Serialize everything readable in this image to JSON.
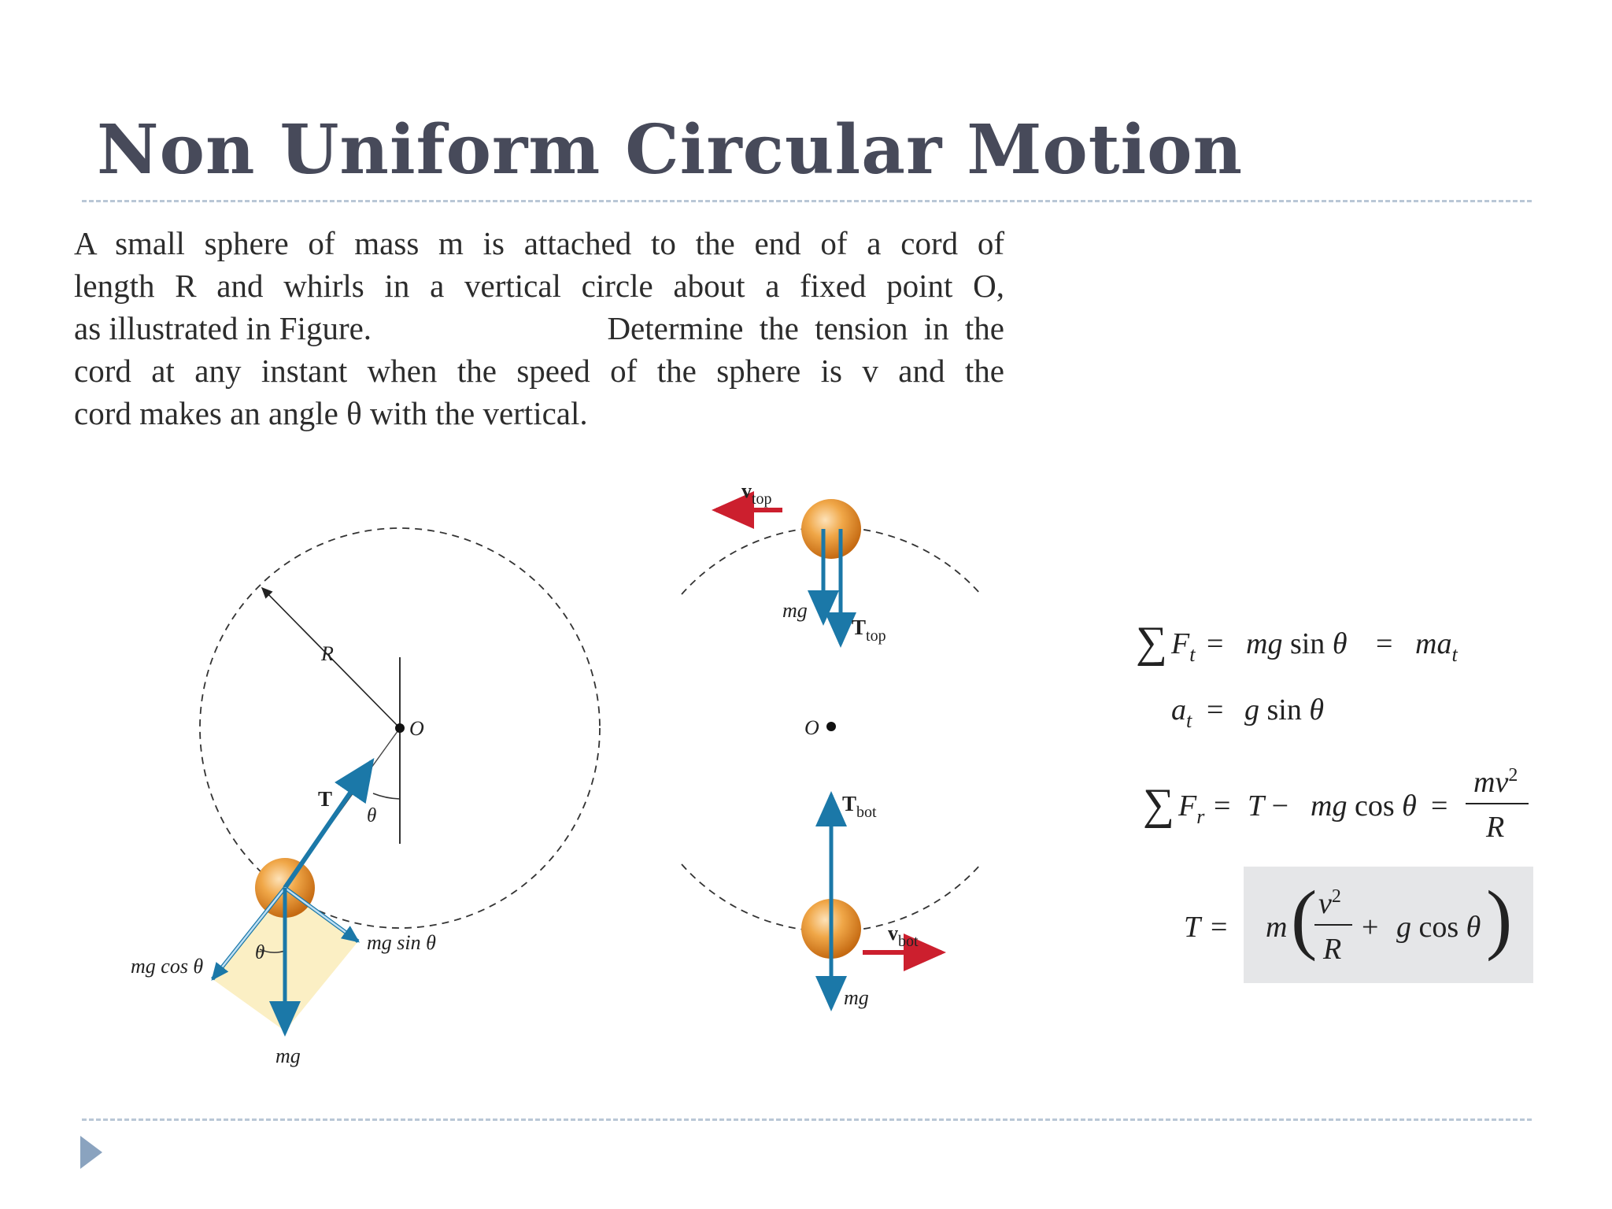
{
  "slide": {
    "title": "Non Uniform Circular Motion",
    "paragraph": {
      "line1": "A small sphere of mass m is attached to the end of a cord of",
      "line2": "length R and whirls in a vertical circle about a fixed point O,",
      "line3_left": "as illustrated in Figure.",
      "line3_right": "Determine the tension in the",
      "line4": "cord at any instant when the speed of the sphere is v and the",
      "line5": "cord makes an angle θ with the vertical."
    }
  },
  "figure_left": {
    "label_R": "R",
    "label_O": "O",
    "label_T": "T",
    "label_theta_top": "θ",
    "label_theta_bottom": "θ",
    "label_mgcos": "mg cos θ",
    "label_mgsin": "mg sin θ",
    "label_mg": "mg"
  },
  "figure_right": {
    "label_vtop": "v",
    "label_vtop_sub": "top",
    "label_mg_top": "mg",
    "label_Ttop": "T",
    "label_Ttop_sub": "top",
    "label_O": "O",
    "label_Tbot": "T",
    "label_Tbot_sub": "bot",
    "label_vbot": "v",
    "label_vbot_sub": "bot",
    "label_mg_bot": "mg"
  },
  "equations": {
    "eq1": "ΣFt = mg sin θ = mat",
    "eq2": "at = g sin θ",
    "eq3": "ΣFr = T − mg cos θ = mv²/R",
    "eq4": "T = m(v²/R + g cos θ)"
  },
  "colors": {
    "title": "#474a5a",
    "vector_blue": "#1b78a8",
    "velocity_red": "#cc1f2e",
    "component_blue": "#8cc3e6",
    "wedge_fill": "#fbefc4",
    "sphere_orange": "#e8962e",
    "eq_box": "#e5e6e8",
    "rule": "#b9c7d6"
  }
}
